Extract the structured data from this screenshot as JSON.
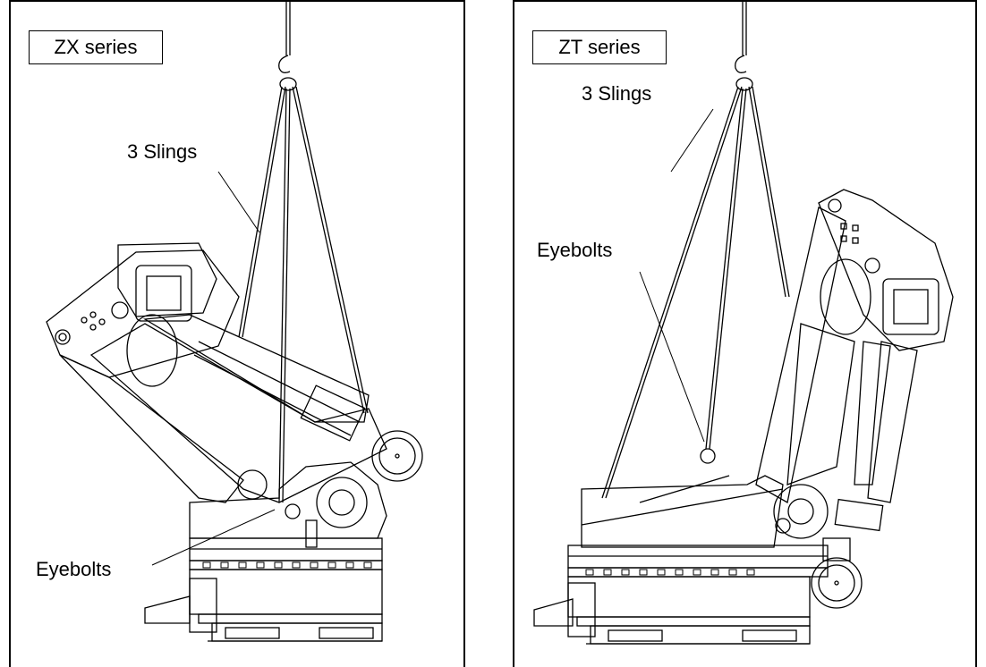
{
  "left": {
    "series_label": "ZX series",
    "slings_label": "3 Slings",
    "eyebolts_label": "Eyebolts"
  },
  "right": {
    "series_label": "ZT series",
    "slings_label": "3 Slings",
    "eyebolts_label": "Eyebolts"
  }
}
